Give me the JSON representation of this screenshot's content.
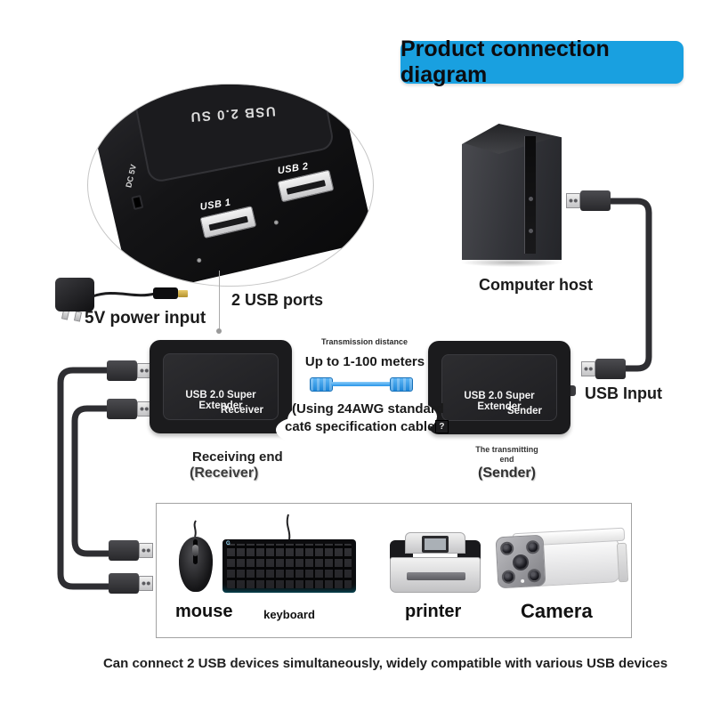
{
  "colors": {
    "banner_bg": "#19a0e0",
    "patch_cable_blue": "#2795ea",
    "device_black": "#1b1b1d"
  },
  "banner": {
    "title": "Product connection diagram"
  },
  "inset": {
    "device_top_label": "USB 2.0 SU",
    "dc_port_label": "DC 5V",
    "usb_port_1_label": "USB 1",
    "usb_port_2_label": "USB 2"
  },
  "callouts": {
    "usb_ports": "2 USB ports",
    "power_input": "5V power input",
    "computer": "Computer host",
    "usb_input": "USB Input"
  },
  "receiver": {
    "title_line1": "USB 2.0 Super Extender",
    "title_line2": "Receiver",
    "caption_line1": "Receiving end",
    "caption_line2": "(Receiver)"
  },
  "sender": {
    "title_line1": "USB 2.0 Super Extender",
    "title_line2": "Sender",
    "caption_line1": "The transmitting",
    "caption_line2": "end",
    "caption_line3": "(Sender)"
  },
  "link": {
    "heading": "Transmission distance",
    "distance": "Up to 1-100 meters",
    "note_line1": "(Using 24AWG standard",
    "note_line2": "cat6 specification cable",
    "missing_glyph": "?"
  },
  "keyboard_logo": "G",
  "devices": {
    "items": [
      {
        "label": "mouse"
      },
      {
        "label": "keyboard"
      },
      {
        "label": "printer"
      },
      {
        "label": "Camera"
      }
    ]
  },
  "footer": {
    "text": "Can connect 2 USB devices simultaneously, widely compatible with various USB devices"
  }
}
